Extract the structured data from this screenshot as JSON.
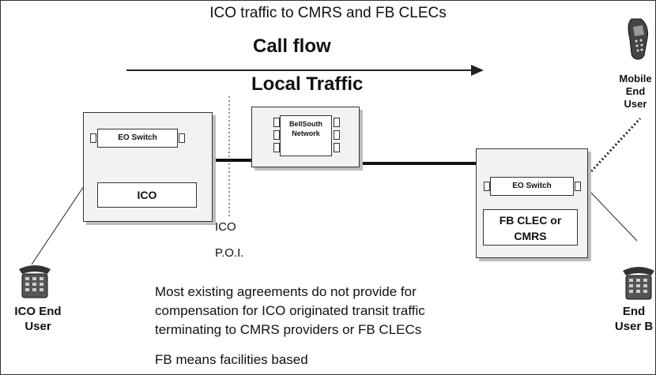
{
  "title": "ICO traffic to CMRS and FB CLECs",
  "call_flow": "Call flow",
  "local_traffic": "Local Traffic",
  "left_box": {
    "switch": "EO Switch",
    "name": "ICO"
  },
  "center_box": {
    "line1": "BellSouth",
    "line2": "Network"
  },
  "right_box": {
    "switch": "EO Switch",
    "line1": "FB CLEC or",
    "line2": "CMRS"
  },
  "poi": {
    "line1": "ICO",
    "line2": "P.O.I."
  },
  "mobile_user": {
    "line1": "Mobile",
    "line2": "End",
    "line3": "User"
  },
  "ico_user": {
    "line1": "ICO End",
    "line2": "User"
  },
  "end_user_b": {
    "line1": "End",
    "line2": "User B"
  },
  "note": {
    "line1": "Most existing agreements do not provide for",
    "line2": "compensation for ICO originated transit traffic",
    "line3": "terminating to CMRS providers or FB CLECs"
  },
  "footnote": "FB means facilities based"
}
